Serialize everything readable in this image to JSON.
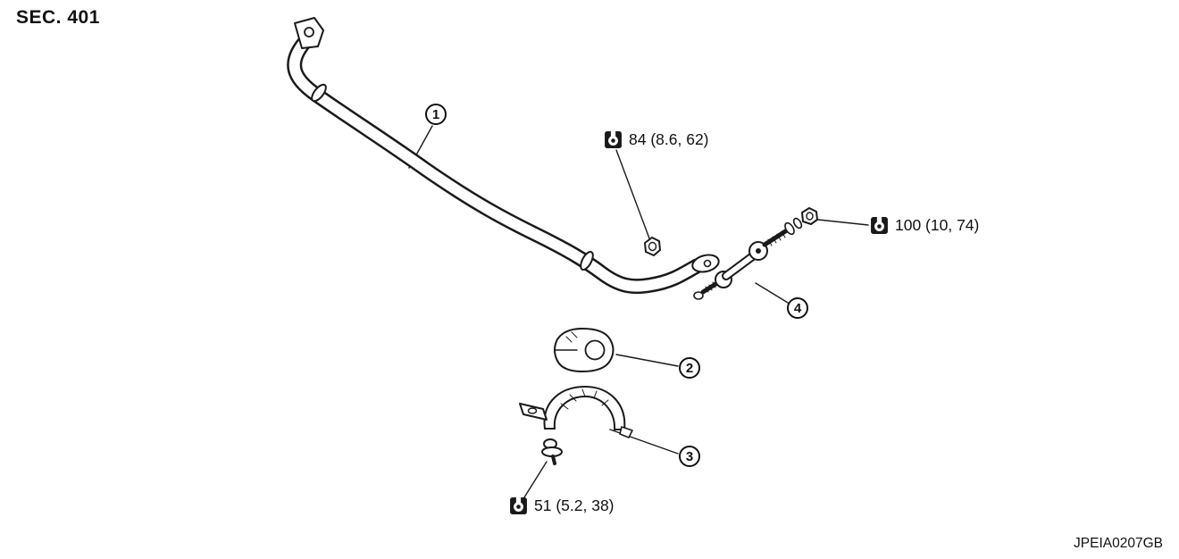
{
  "header": {
    "section": "SEC. 401"
  },
  "footer": {
    "figure_id": "JPEIA0207GB"
  },
  "callouts": {
    "c1": "1",
    "c2": "2",
    "c3": "3",
    "c4": "4"
  },
  "torque_specs": {
    "t84": "84 (8.6, 62)",
    "t100": "100 (10, 74)",
    "t51": "51 (5.2, 38)"
  },
  "icons": {
    "torque": "torque-wrench-icon"
  },
  "colors": {
    "line": "#1a1a1a",
    "background": "#ffffff"
  }
}
